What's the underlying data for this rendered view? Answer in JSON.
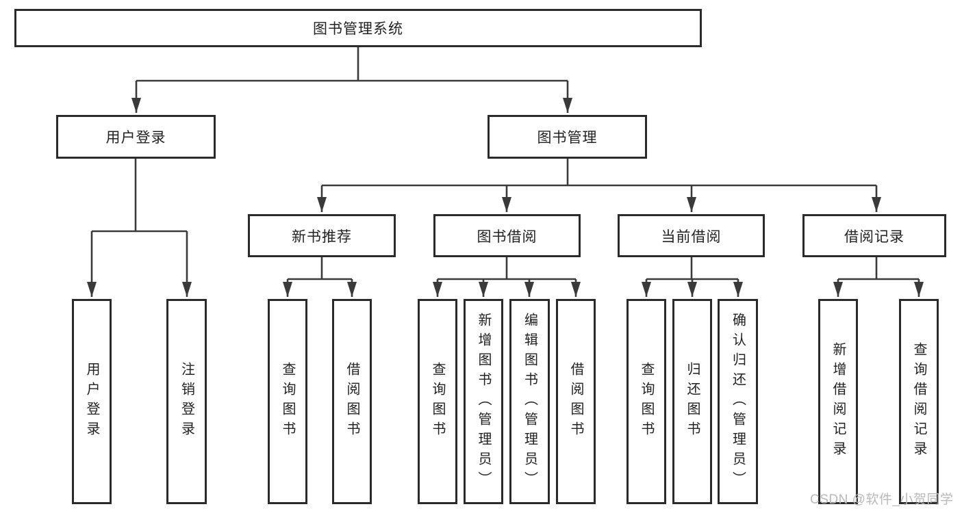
{
  "colors": {
    "line": "#3a3a3a",
    "border": "#2b2b2b",
    "text": "#222222",
    "background": "#ffffff",
    "watermark": "#b9b9b9"
  },
  "nodes": {
    "root": "图书管理系统",
    "user_login": "用户登录",
    "book_mgmt": "图书管理",
    "new_book_rec": "新书推荐",
    "book_borrow": "图书借阅",
    "current_borrow": "当前借阅",
    "borrow_record": "借阅记录",
    "leaf_user_login": "用户登录",
    "leaf_logout": "注销登录",
    "leaf_nb_query": "查询图书",
    "leaf_nb_borrow": "借阅图书",
    "leaf_bb_query": "查询图书",
    "leaf_bb_add": "新增图书（管理员）",
    "leaf_bb_edit": "编辑图书（管理员）",
    "leaf_bb_borrow": "借阅图书",
    "leaf_cb_query": "查询图书",
    "leaf_cb_return": "归还图书",
    "leaf_cb_confirm": "确认归还（管理员）",
    "leaf_br_add": "新增借阅记录",
    "leaf_br_query": "查询借阅记录"
  },
  "watermark": "CSDN @软件_小贺同学"
}
